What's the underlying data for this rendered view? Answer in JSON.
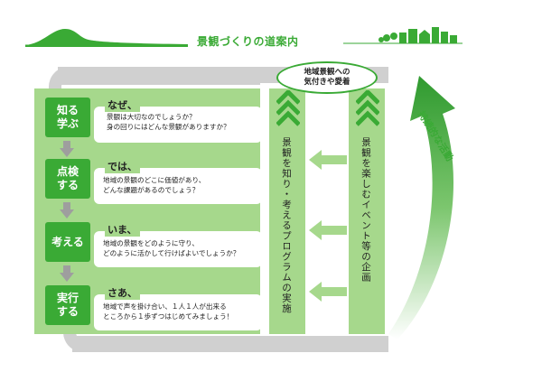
{
  "header": {
    "title": "景観づくりの道案内"
  },
  "colors": {
    "green": "#3aaa35",
    "light_green": "#a6d88c",
    "gray": "#d0d0d0"
  },
  "steps": [
    {
      "label_line1": "知る",
      "label_line2": "学ぶ",
      "bubble_head": "なぜ、",
      "bubble_line1": "景観は大切なのでしょうか？",
      "bubble_line2": "身の回りにはどんな景観がありますか？"
    },
    {
      "label_line1": "点検",
      "label_line2": "する",
      "bubble_head": "では、",
      "bubble_line1": "地域の景観のどこに価値があり、",
      "bubble_line2": "どんな課題があるのでしょう？"
    },
    {
      "label_line1": "考える",
      "label_line2": "",
      "bubble_head": "いま、",
      "bubble_line1": "地域の景観をどのように守り、",
      "bubble_line2": "どのように活かして行けばよいでしょうか？"
    },
    {
      "label_line1": "実行",
      "label_line2": "する",
      "bubble_head": "さあ、",
      "bubble_line1": "地域で声を掛け合い、１人１人が出来る",
      "bubble_line2": "ところから１歩ずつはじめてみましょう！"
    }
  ],
  "programs": {
    "learn": "景観を知り・考えるプログラムの実施",
    "events": "景観を楽しむイベント等の企画"
  },
  "goal": {
    "line1": "地域景観への",
    "line2": "気付きや愛着"
  },
  "cycle_label": "持続的な活動"
}
